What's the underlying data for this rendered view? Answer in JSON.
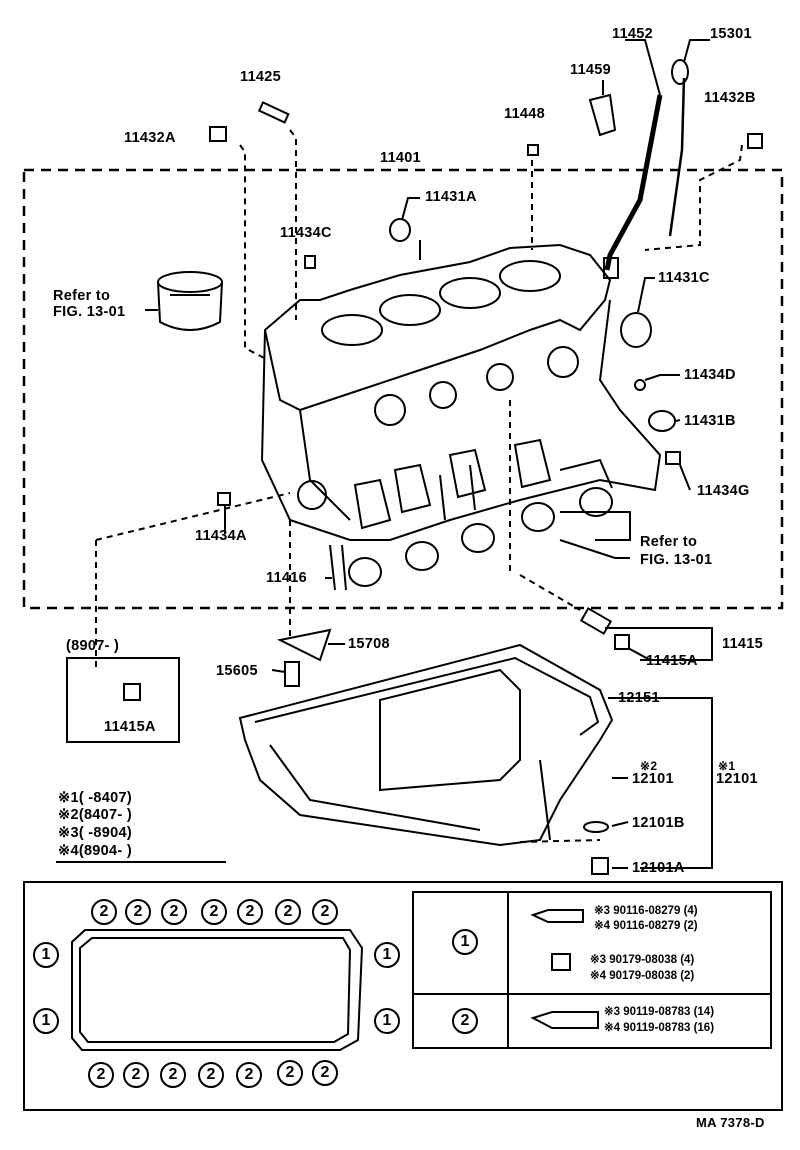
{
  "labels": {
    "p11452": "11452",
    "p15301": "15301",
    "p11425": "11425",
    "p11459": "11459",
    "p11432b": "11432B",
    "p11432a": "11432A",
    "p11448": "11448",
    "p11401": "11401",
    "p11431a": "11431A",
    "p11434c": "11434C",
    "refer1a": "Refer to",
    "refer1b": "FIG. 13-01",
    "p11431c": "11431C",
    "p11434d": "11434D",
    "p11431b": "11431B",
    "p11434g": "11434G",
    "p11434a": "11434A",
    "refer2a": "Refer to",
    "refer2b": "FIG. 13-01",
    "p11416": "11416",
    "p8907": "(8907-          )",
    "p15708": "15708",
    "p11415": "11415",
    "p15605": "15605",
    "p11415a": "11415A",
    "p11415a_box": "11415A",
    "p12151": "12151",
    "star2": "※2",
    "star1": "※1",
    "p12101_mid": "12101",
    "p12101_right": "12101",
    "p12101b": "12101B",
    "p12101a": "12101A",
    "footnote1": "※1(       -8407)",
    "footnote2": "※2(8407-          )",
    "footnote3": "※3(       -8904)",
    "footnote4": "※4(8904-          )",
    "drawing_id": "MA 7378-D"
  },
  "gasket_markers": {
    "one": "1",
    "two": "2"
  },
  "table": {
    "row1_marker": "1",
    "row2_marker": "2",
    "r1a": "※3  90116-08279  (4)",
    "r1b": "※4  90116-08279  (2)",
    "r1c": "※3  90179-08038  (4)",
    "r1d": "※4  90179-08038  (2)",
    "r2a": "※3  90119-08783  (14)",
    "r2b": "※4  90119-08783  (16)"
  }
}
